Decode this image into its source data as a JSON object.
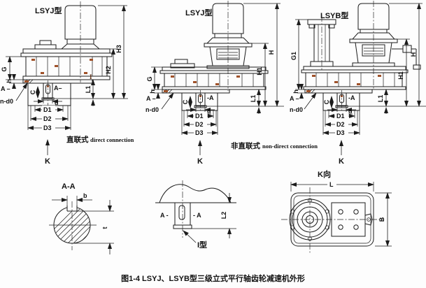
{
  "page": {
    "caption": "图1-4 LSYJ、LSYB型三级立式平行轴齿轮减速机外形"
  },
  "fig_direct": {
    "title": "LSYJ型",
    "caption_cn": "直联式",
    "caption_en": "direct connection",
    "dims": {
      "G": "G",
      "h": "h",
      "A_cut": "A –",
      "n_d0": "n-d0",
      "C": "C",
      "A_inner": "A–",
      "d": "d",
      "D1": "D1",
      "D2": "D2",
      "D3": "D3",
      "K": "K",
      "L1": "L1",
      "H2": "H2",
      "H3": "H3",
      "detail_mark": "I"
    }
  },
  "fig_nondirect": {
    "title": "LSYJ型",
    "caption_cn": "非直联式",
    "caption_en": "non-direct connection",
    "dims": {
      "G": "G",
      "h": "h",
      "A_cut": "A –",
      "n_d0": "n-d0",
      "C": "C",
      "A_inner": "-A",
      "d": "d",
      "D1": "D1",
      "D2": "D2",
      "D3": "D3",
      "K": "K",
      "L1": "L1",
      "H1": "H1",
      "H": "H"
    }
  },
  "fig_lsyb": {
    "title": "LSYB型",
    "dims": {
      "G1": "G1",
      "h": "h",
      "A_cut": "A –",
      "n_d0": "n-d0",
      "C": "C",
      "A_inner": "-A",
      "d": "d",
      "D1": "D1",
      "D2": "D2",
      "D3": "D3",
      "K": "K",
      "L1": "L1",
      "H1": "H1",
      "H": "H"
    }
  },
  "section_aa": {
    "title": "A-A",
    "dims": {
      "b": "b",
      "t": "t"
    }
  },
  "detail_i": {
    "a_left": "A -",
    "a_right": "- A",
    "dims": {
      "L2": "L2"
    },
    "callout": "I型"
  },
  "view_k": {
    "title": "K向",
    "dims": {
      "L": "L",
      "B": "B"
    }
  },
  "colors": {
    "line": "#1c1c1c",
    "accent_rust": "#a0522a",
    "background": "#fdfdfd"
  }
}
